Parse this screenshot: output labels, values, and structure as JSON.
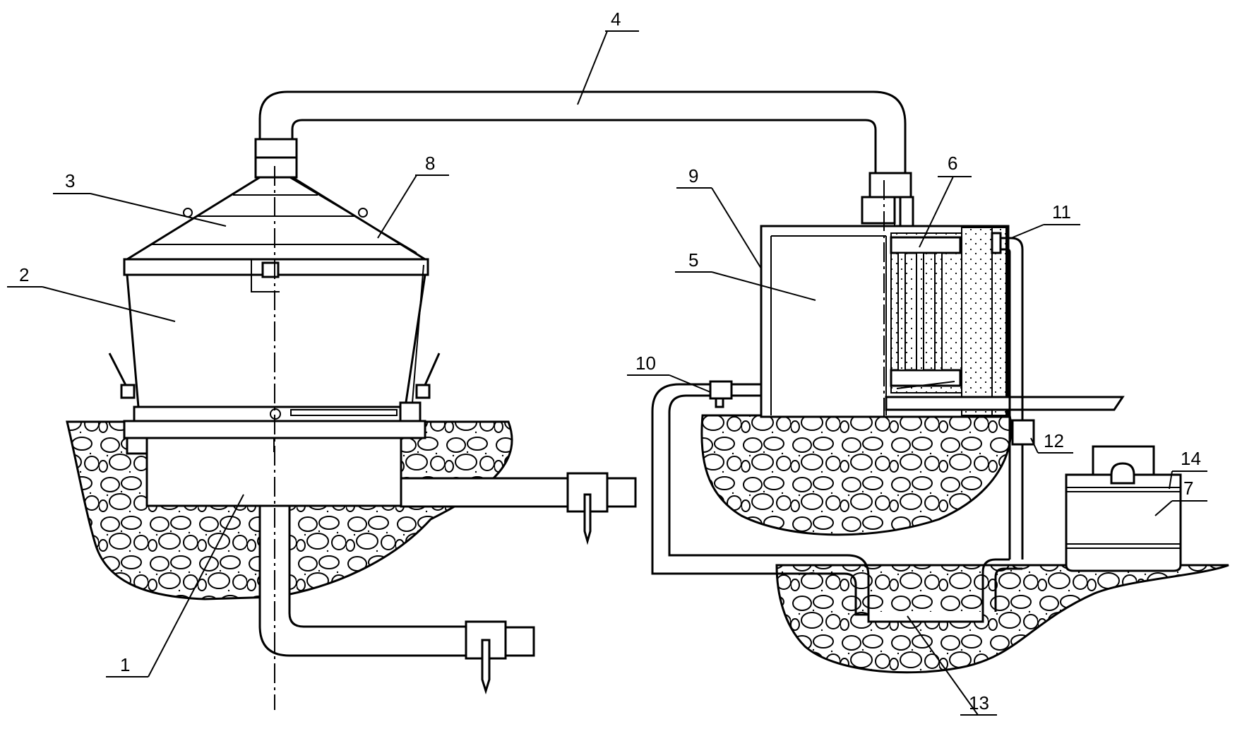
{
  "labels": {
    "l1": "1",
    "l2": "2",
    "l3": "3",
    "l4": "4",
    "l5": "5",
    "l6": "6",
    "l7": "7",
    "l8": "8",
    "l9": "9",
    "l10": "10",
    "l11": "11",
    "l12": "12",
    "l13": "13",
    "l14": "14"
  }
}
